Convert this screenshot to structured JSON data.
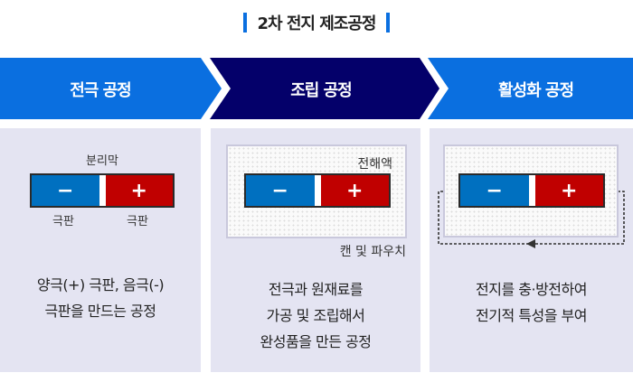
{
  "title": "2차 전지 제조공정",
  "colors": {
    "blue": "#0a6fe0",
    "navy": "#04006a",
    "negative": "#0070c0",
    "positive": "#c00000",
    "panel": "#e4e4f2"
  },
  "steps": [
    {
      "label": "전극 공정",
      "top_label": "분리막",
      "left_label": "극판",
      "right_label": "극판",
      "neg_symbol": "−",
      "pos_symbol": "+",
      "desc": [
        "양극(+) 극판, 음극(-)",
        "극판을 만드는 공정"
      ]
    },
    {
      "label": "조립 공정",
      "top_label": "전해액",
      "bottom_label": "캔 및 파우치",
      "neg_symbol": "−",
      "pos_symbol": "+",
      "desc": [
        "전극과 원재료를",
        "가공 및 조립해서",
        "완성품을 만든 공정"
      ]
    },
    {
      "label": "활성화 공정",
      "neg_symbol": "−",
      "pos_symbol": "+",
      "desc": [
        "전지를 충·방전하여",
        "전기적 특성을 부여"
      ]
    }
  ]
}
